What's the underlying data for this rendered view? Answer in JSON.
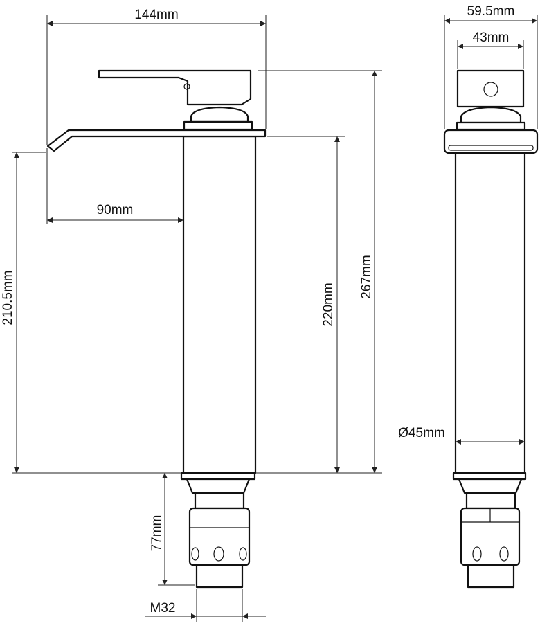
{
  "dimensions": {
    "overall_width": "144mm",
    "spout_reach": "90mm",
    "spout_height": "210.5mm",
    "body_height": "220mm",
    "overall_height": "267mm",
    "shank_length": "77mm",
    "thread": "M32",
    "side_width": "59.5mm",
    "handle_width": "43mm",
    "body_diameter": "Ø45mm"
  }
}
